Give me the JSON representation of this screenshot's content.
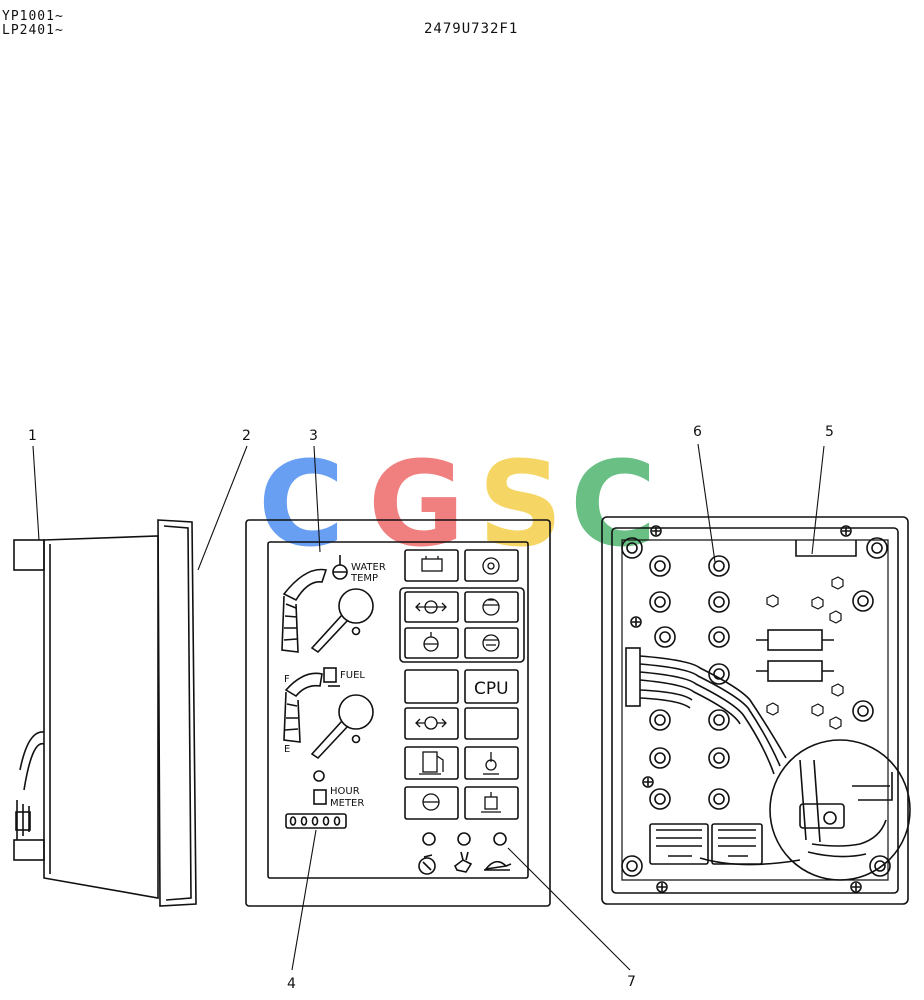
{
  "header": {
    "models": [
      "YP1001~",
      "LP2401~"
    ],
    "drawing_number": "2479U732F1"
  },
  "watermark": {
    "letters": [
      "C",
      "G",
      "S",
      "C"
    ],
    "colors": [
      "#4f8ff0",
      "#ee6a6a",
      "#f4d04a",
      "#4fb56f"
    ]
  },
  "callouts": [
    "1",
    "2",
    "3",
    "4",
    "5",
    "6",
    "7"
  ],
  "panel": {
    "water_temp": [
      "WATER",
      "TEMP"
    ],
    "fuel": "FUEL",
    "fuel_full": "F",
    "fuel_empty": "E",
    "hour_meter": [
      "HOUR",
      "METER"
    ],
    "cpu": "CPU"
  }
}
